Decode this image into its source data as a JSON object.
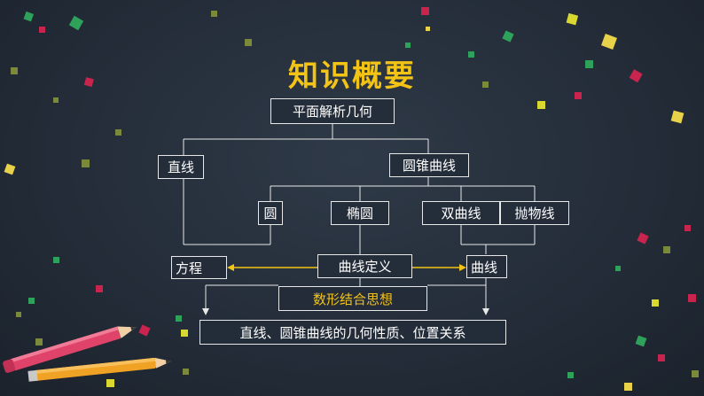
{
  "title": "知识概要",
  "nodes": {
    "root": "平面解析几何",
    "line": "直线",
    "conic": "圆锥曲线",
    "circle": "圆",
    "ellipse": "椭圆",
    "hyperbola": "双曲线",
    "parabola": "抛物线",
    "equation": "方程",
    "curve_def": "曲线定义",
    "curve": "曲线",
    "method": "数形结合思想",
    "properties": "直线、圆锥曲线的几何性质、位置关系"
  },
  "colors": {
    "background": "#242d39",
    "title": "#f3c315",
    "box_border": "#e8e8e8",
    "highlight_text": "#f3c315",
    "arrow_line": "#f3c315"
  }
}
